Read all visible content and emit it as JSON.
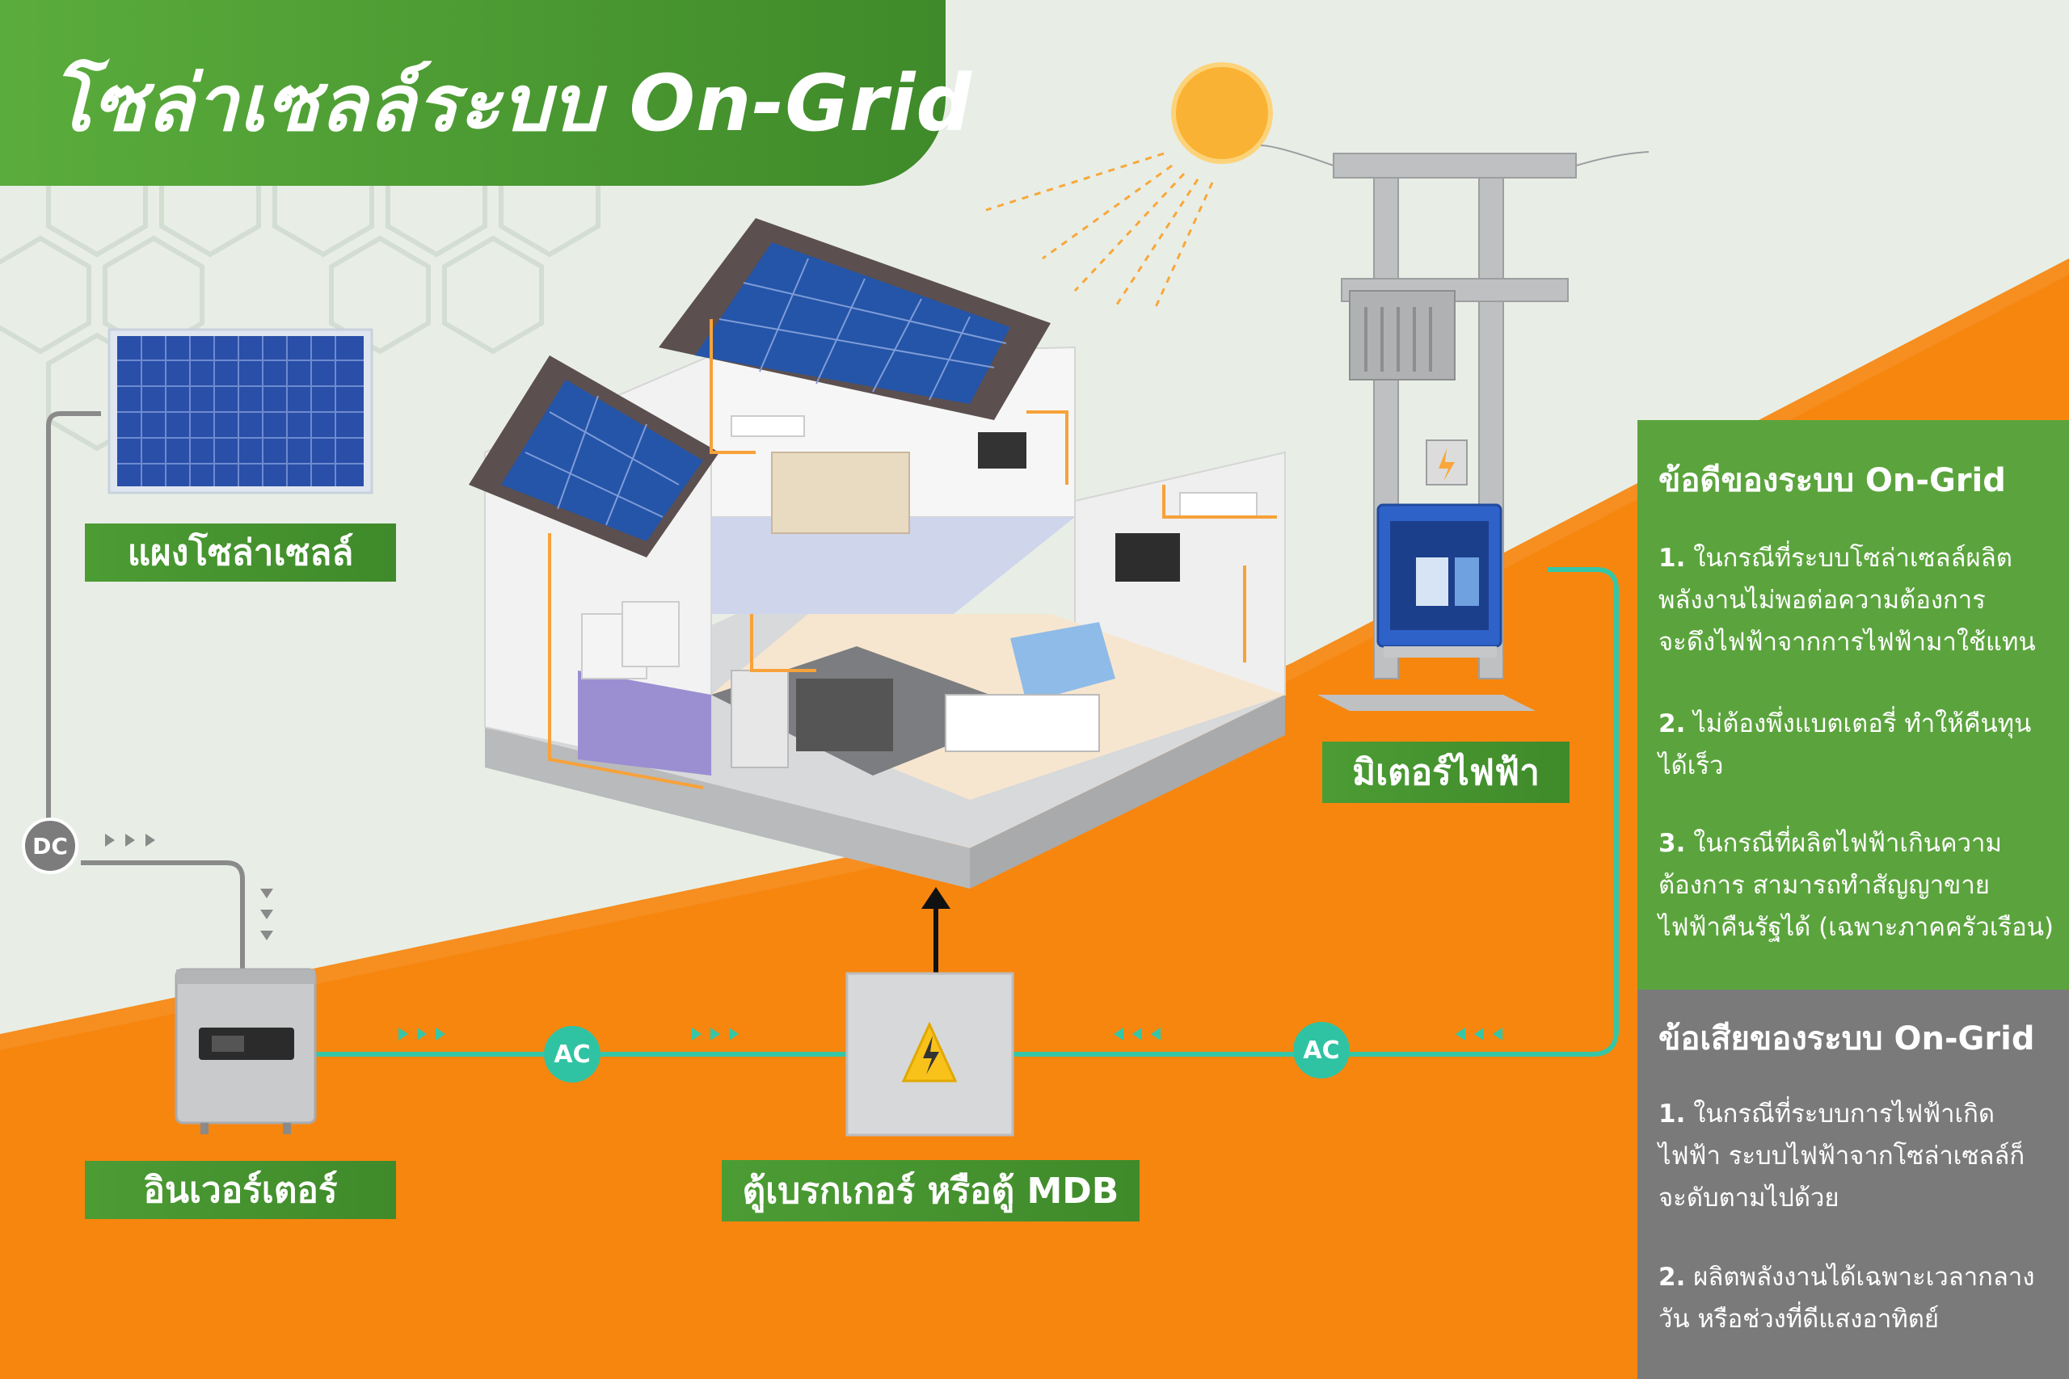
{
  "title": "โซล่าเซลล์ระบบ On-Grid",
  "components": {
    "solar_panel_label": "แผงโซล่าเซลล์",
    "inverter_label": "อินเวอร์เตอร์",
    "breaker_label": "ตู้เบรกเกอร์ หรือตู้ MDB",
    "meter_label": "มิเตอร์ไฟฟ้า"
  },
  "connectors": {
    "dc": "DC",
    "ac_left": "AC",
    "ac_right": "AC"
  },
  "advantages": {
    "heading": "ข้อดีของระบบ On-Grid",
    "items": [
      {
        "num": "1.",
        "lines": [
          "ในกรณีที่ระบบโซล่าเซลล์ผลิต",
          "พลังงานไม่พอต่อความต้องการ",
          "จะดึงไฟฟ้าจากการไฟฟ้ามาใช้แทน"
        ]
      },
      {
        "num": "2.",
        "lines": [
          "ไม่ต้องพึ่งแบตเตอรี่ ทำให้คืนทุน",
          "ได้เร็ว"
        ]
      },
      {
        "num": "3.",
        "lines": [
          "ในกรณีที่ผลิตไฟฟ้าเกินความ",
          "ต้องการ สามารถทำสัญญาขาย",
          "ไฟฟ้าคืนรัฐได้ (เฉพาะภาคครัวเรือน)"
        ]
      }
    ]
  },
  "disadvantages": {
    "heading": "ข้อเสียของระบบ On-Grid",
    "items": [
      {
        "num": "1.",
        "lines": [
          "ในกรณีที่ระบบการไฟฟ้าเกิด",
          "ไฟฟ้า ระบบไฟฟ้าจากโซล่าเซลล์ก็",
          "จะดับตามไปด้วย"
        ]
      },
      {
        "num": "2.",
        "lines": [
          "ผลิตพลังงานได้เฉพาะเวลากลาง",
          "วัน หรือช่วงที่ดีแสงอาทิตย์"
        ]
      }
    ]
  },
  "colors": {
    "green": "#4c9c34",
    "orange": "#f7860f",
    "gray_panel": "#7a7a7a",
    "teal_line": "#34c6a6",
    "background": "#e8eee6"
  }
}
